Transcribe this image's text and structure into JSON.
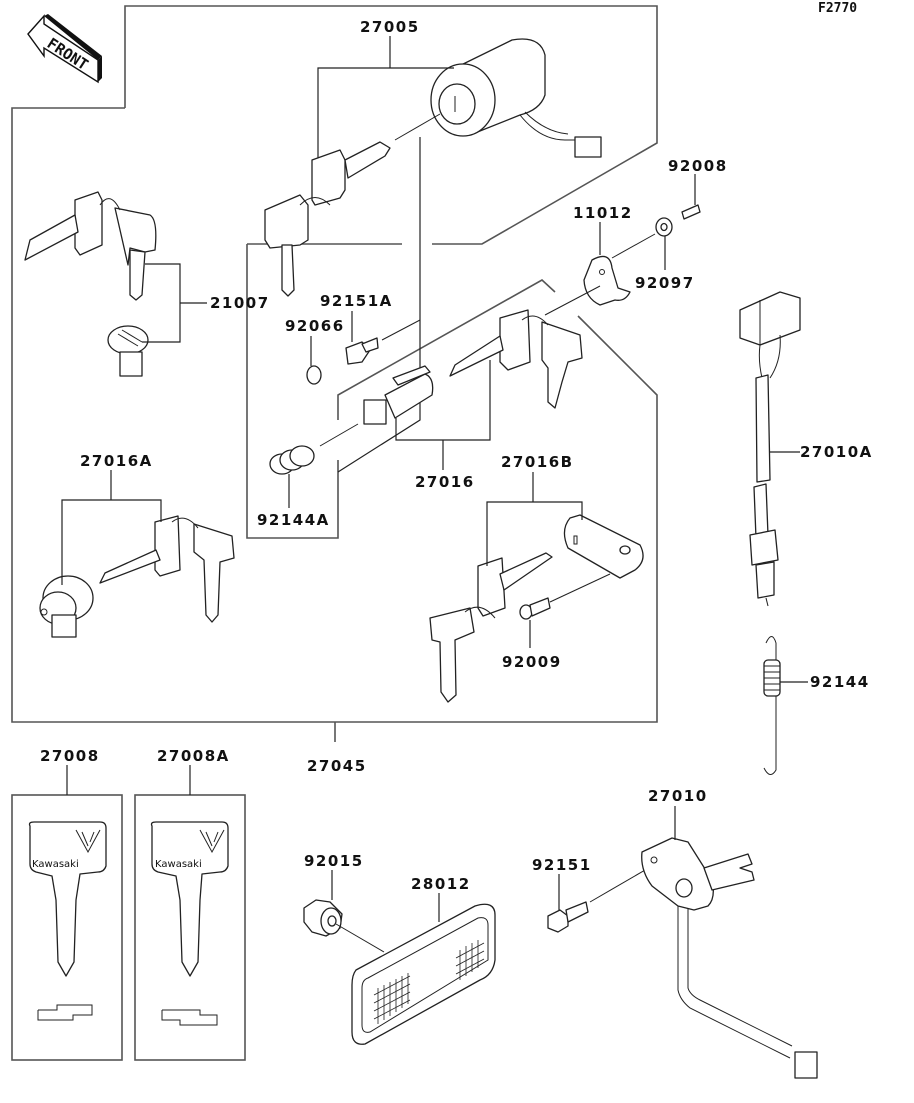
{
  "figure_code": "F2770",
  "orientation_marker": {
    "label": "FRONT",
    "icon": "front-arrow-icon"
  },
  "brand_text": "Kawasaki",
  "parts": {
    "p27005": "27005",
    "p92008": "92008",
    "p11012": "11012",
    "p92097": "92097",
    "p21007": "21007",
    "p92151A": "92151A",
    "p92066": "92066",
    "p27010A": "27010A",
    "p27016": "27016",
    "p27016A": "27016A",
    "p27016B": "27016B",
    "p92144A": "92144A",
    "p92009": "92009",
    "p92144": "92144",
    "p27045": "27045",
    "p27008": "27008",
    "p27008A": "27008A",
    "p27010": "27010",
    "p92015": "92015",
    "p28012": "28012",
    "p92151": "92151"
  }
}
